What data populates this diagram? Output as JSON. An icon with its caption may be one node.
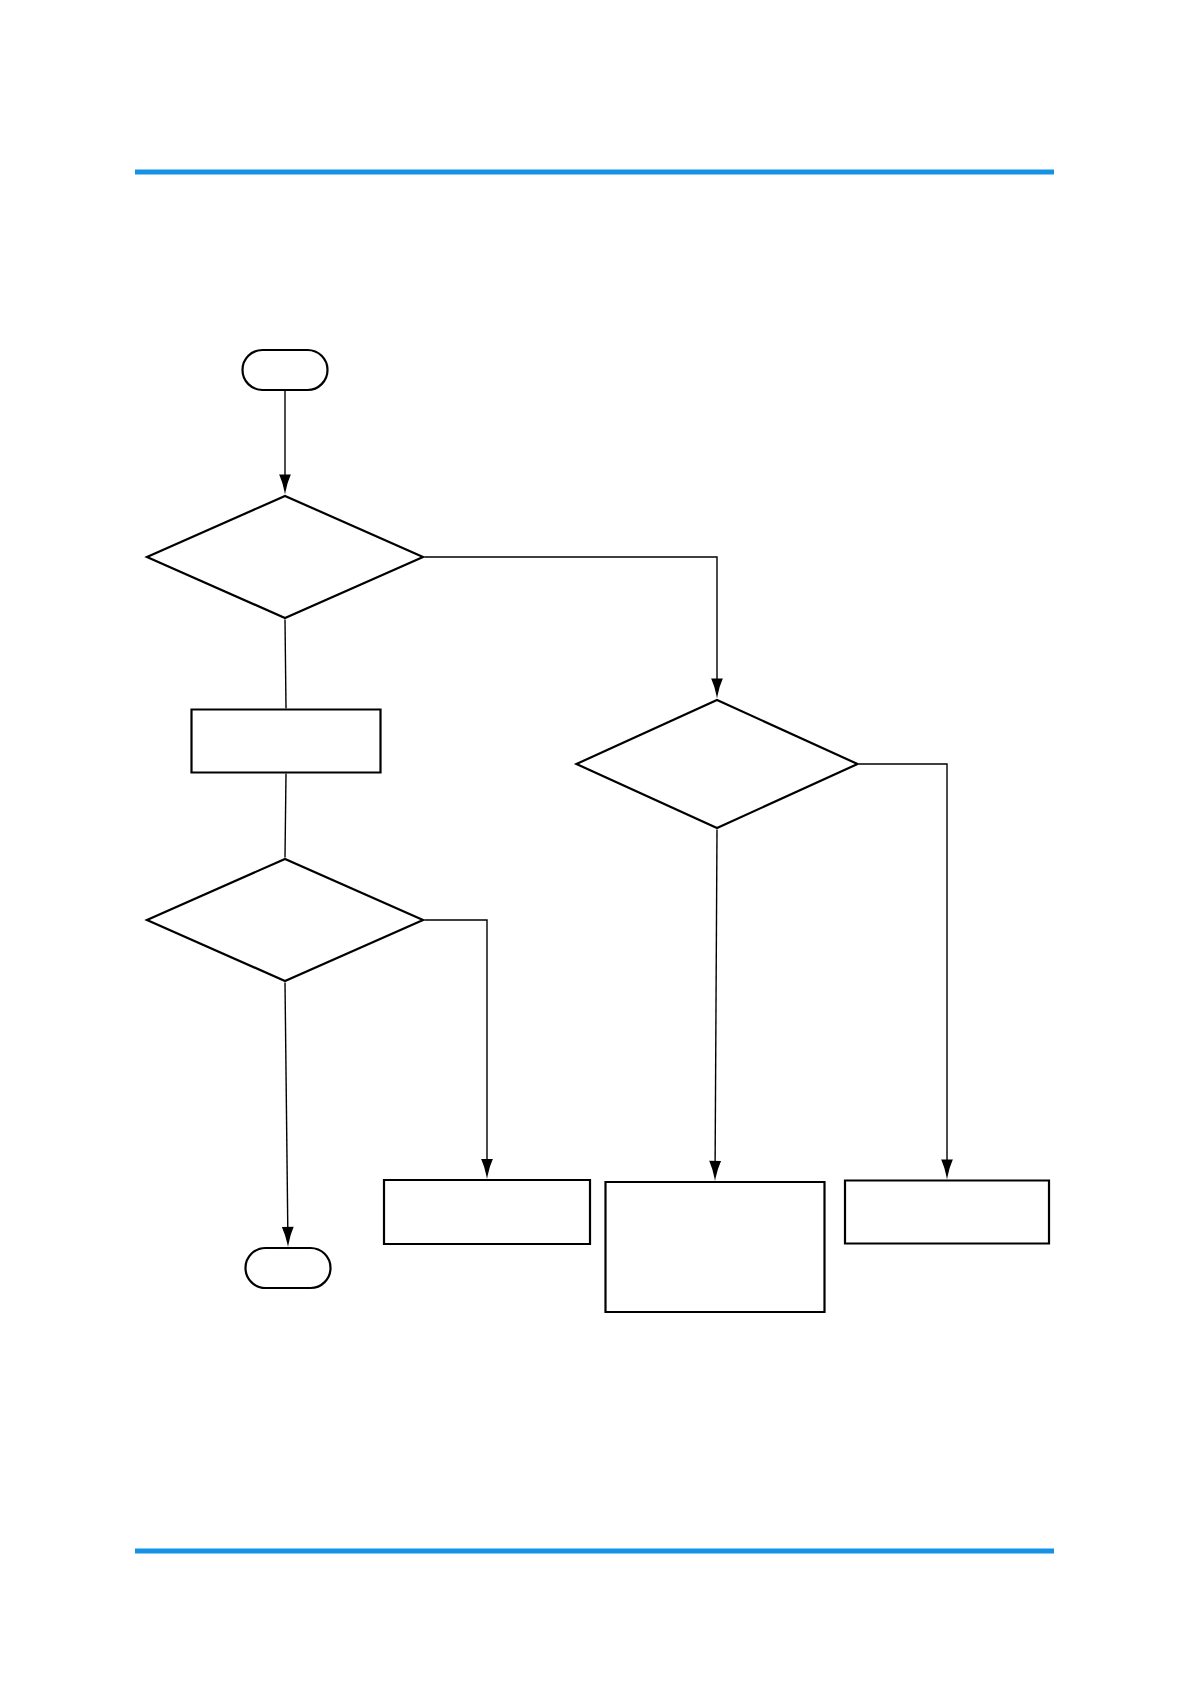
{
  "diagram": {
    "nodes": [
      {
        "text": [],
        "shape": "oval"
      },
      {
        "text": [],
        "shape": "diamond"
      },
      {
        "text": [],
        "shape": "box"
      },
      {
        "text": [],
        "shape": "diamond"
      },
      {
        "text": [],
        "shape": "diamond"
      },
      {
        "text": [],
        "shape": "box"
      },
      {
        "text": [],
        "shape": "box"
      },
      {
        "text": [],
        "shape": "box"
      },
      {
        "text": [],
        "shape": "oval"
      }
    ],
    "edges": [
      {
        "from": 0,
        "to": 1,
        "arrow": "to"
      },
      {
        "from": 1,
        "to": 2,
        "arrow": "none"
      },
      {
        "from": 2,
        "to": 4,
        "arrow": "none"
      },
      {
        "from": 1,
        "to": 3,
        "arrow": "to"
      },
      {
        "from": 4,
        "to": 8,
        "arrow": "to"
      },
      {
        "from": 4,
        "to": 5,
        "arrow": "to"
      },
      {
        "from": 3,
        "to": 6,
        "arrow": "to"
      },
      {
        "from": 3,
        "to": 7,
        "arrow": "to"
      }
    ]
  }
}
